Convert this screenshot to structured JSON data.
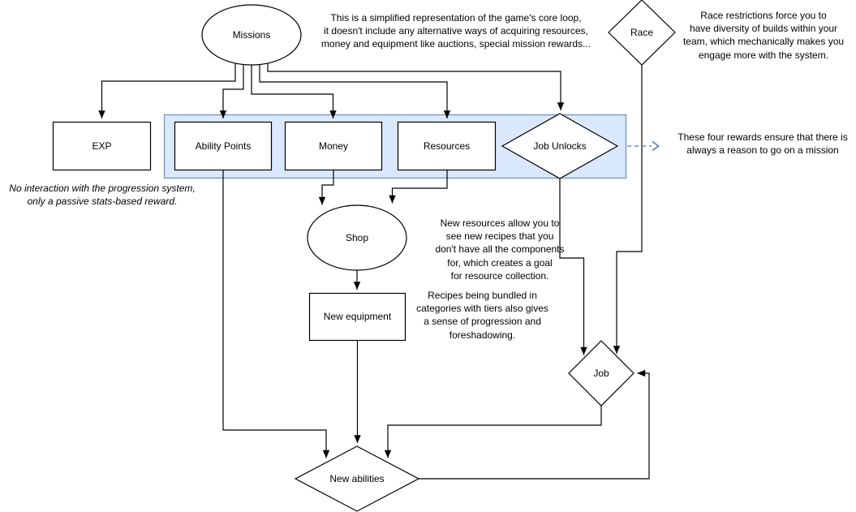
{
  "diagram": {
    "nodes": {
      "missions": {
        "label": "Missions",
        "shape": "ellipse"
      },
      "race": {
        "label": "Race",
        "shape": "diamond"
      },
      "exp": {
        "label": "EXP",
        "shape": "rect"
      },
      "ability_points": {
        "label": "Ability Points",
        "shape": "rect"
      },
      "money": {
        "label": "Money",
        "shape": "rect"
      },
      "resources": {
        "label": "Resources",
        "shape": "rect"
      },
      "job_unlocks": {
        "label": "Job Unlocks",
        "shape": "diamond"
      },
      "shop": {
        "label": "Shop",
        "shape": "ellipse"
      },
      "new_equipment": {
        "label": "New equipment",
        "shape": "rect"
      },
      "job": {
        "label": "Job",
        "shape": "diamond"
      },
      "new_abilities": {
        "label": "New abilities",
        "shape": "diamond"
      }
    },
    "notes": {
      "core_loop": {
        "text": "This is a simplified representation of the game's core loop,\nit doesn't include any alternative ways of acquiring resources,\nmoney and equipment like auctions, special mission rewards..."
      },
      "race_restrictions": {
        "text": "Race restrictions force you to\nhave diversity of builds within your\nteam, which mechanically makes you\nengage more with the system."
      },
      "four_rewards": {
        "text": "These four rewards ensure that there is\nalways a reason to go on a mission"
      },
      "exp_passive": {
        "text": "No interaction with the progression system,\nonly a passive stats-based reward."
      },
      "shop_recipes": {
        "text": "New resources allow you to\nsee new recipes that you\ndon't have all the components\nfor, which creates a goal\nfor resource collection."
      },
      "recipe_tiers": {
        "text": "Recipes being bundled in\ncategories with tiers also gives\na sense of progression and\nforeshadowing."
      }
    },
    "colors": {
      "highlight_fill": "#dae8fc",
      "highlight_stroke": "#6c8ebf",
      "shape_fill": "#ffffff",
      "shape_stroke": "#000000",
      "connector": "#000000",
      "dashed_connector": "#6c8ebf"
    }
  }
}
